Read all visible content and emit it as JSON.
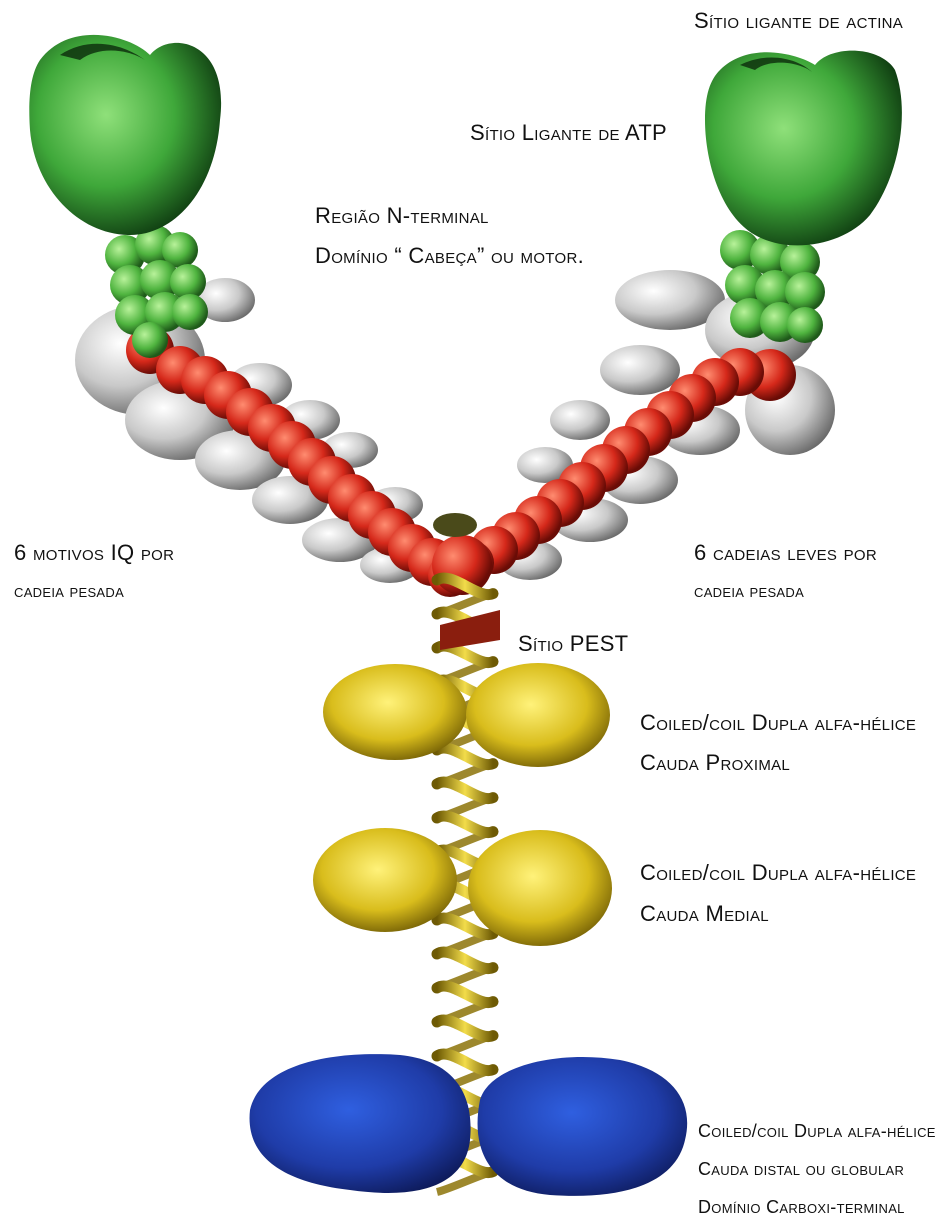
{
  "labels": {
    "actin_site": "Sítio ligante de actina",
    "atp_site": "Sítio Ligante de ATP",
    "n_terminal": "Região N-terminal",
    "head_domain": "Domínio “ Cabeça” ou motor.",
    "iq_line1": "6 motivos IQ por",
    "iq_line2": "cadeia pesada",
    "light_line1": "6 cadeias leves por",
    "light_line2": "cadeia pesada",
    "pest": "Sítio PEST",
    "proximal_line1": "Coiled/coil Dupla alfa-hélice",
    "proximal_line2": "Cauda Proximal",
    "medial_line1": "Coiled/coil Dupla alfa-hélice",
    "medial_line2": "Cauda Medial",
    "distal_line1": "Coiled/coil Dupla alfa-hélice",
    "distal_line2": "Cauda distal ou globular",
    "distal_line3": "Domínio Carboxi-terminal"
  },
  "colors": {
    "motor_head": "#3fa83a",
    "neck_beads": "#59c14a",
    "heavy_chain_red": "#d5281a",
    "light_chain_gray": "#c9c9c9",
    "coil_yellow": "#d9bd1c",
    "pest_site": "#8a1e0e",
    "globular_blue": "#1f3ca8"
  }
}
